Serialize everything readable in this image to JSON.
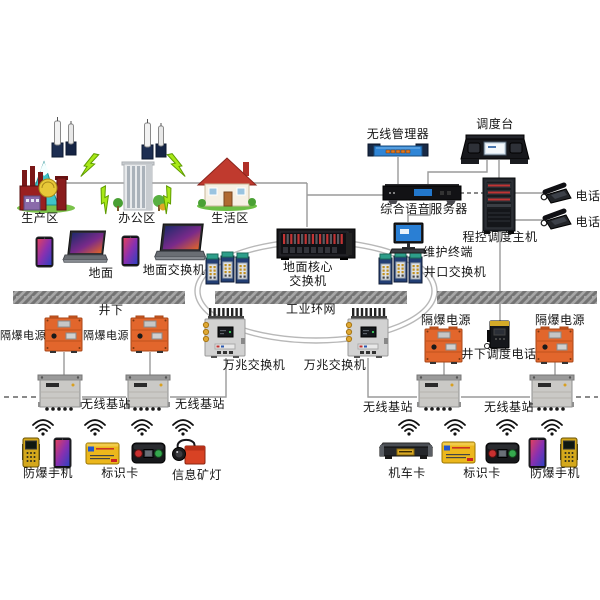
{
  "labels": {
    "production_area": "生产区",
    "office_area": "办公区",
    "living_area": "生活区",
    "ground": "地面",
    "ground_switch": "地面交换机",
    "ground_core_switch_line1": "地面核心",
    "ground_core_switch_line2": "交换机",
    "wellhead_switch": "井口交换机",
    "wireless_manager": "无线管理器",
    "dispatch_console": "调度台",
    "voice_server": "综合语音服务器",
    "maintenance_terminal": "维护终端",
    "dispatch_host": "程控调度主机",
    "telephone": "电话",
    "industrial_ring": "工业环网",
    "underground": "井下",
    "flameproof_power": "隔爆电源",
    "switch_10g": "万兆交换机",
    "underground_dispatch_phone": "井下调度电话",
    "wireless_base_station": "无线基站",
    "explosionproof_phone": "防爆手机",
    "id_card": "标识卡",
    "info_mine_lamp": "信息矿灯",
    "locomotive_card": "机车卡"
  },
  "icons": {
    "wifi": "wifi-arcs",
    "lightning": "lightning-bolt",
    "antenna": "antenna-mast"
  },
  "colors": {
    "lightning_green": "#a8e818",
    "psu_orange": "#e2662c",
    "switch_blue": "#223e74",
    "ring_gray": "#b8b8b8",
    "bar_gray": "#a6a6a6",
    "screen_blue": "#2a7fd4",
    "card_yellow": "#ecb71c",
    "rack_red": "#c23434"
  }
}
